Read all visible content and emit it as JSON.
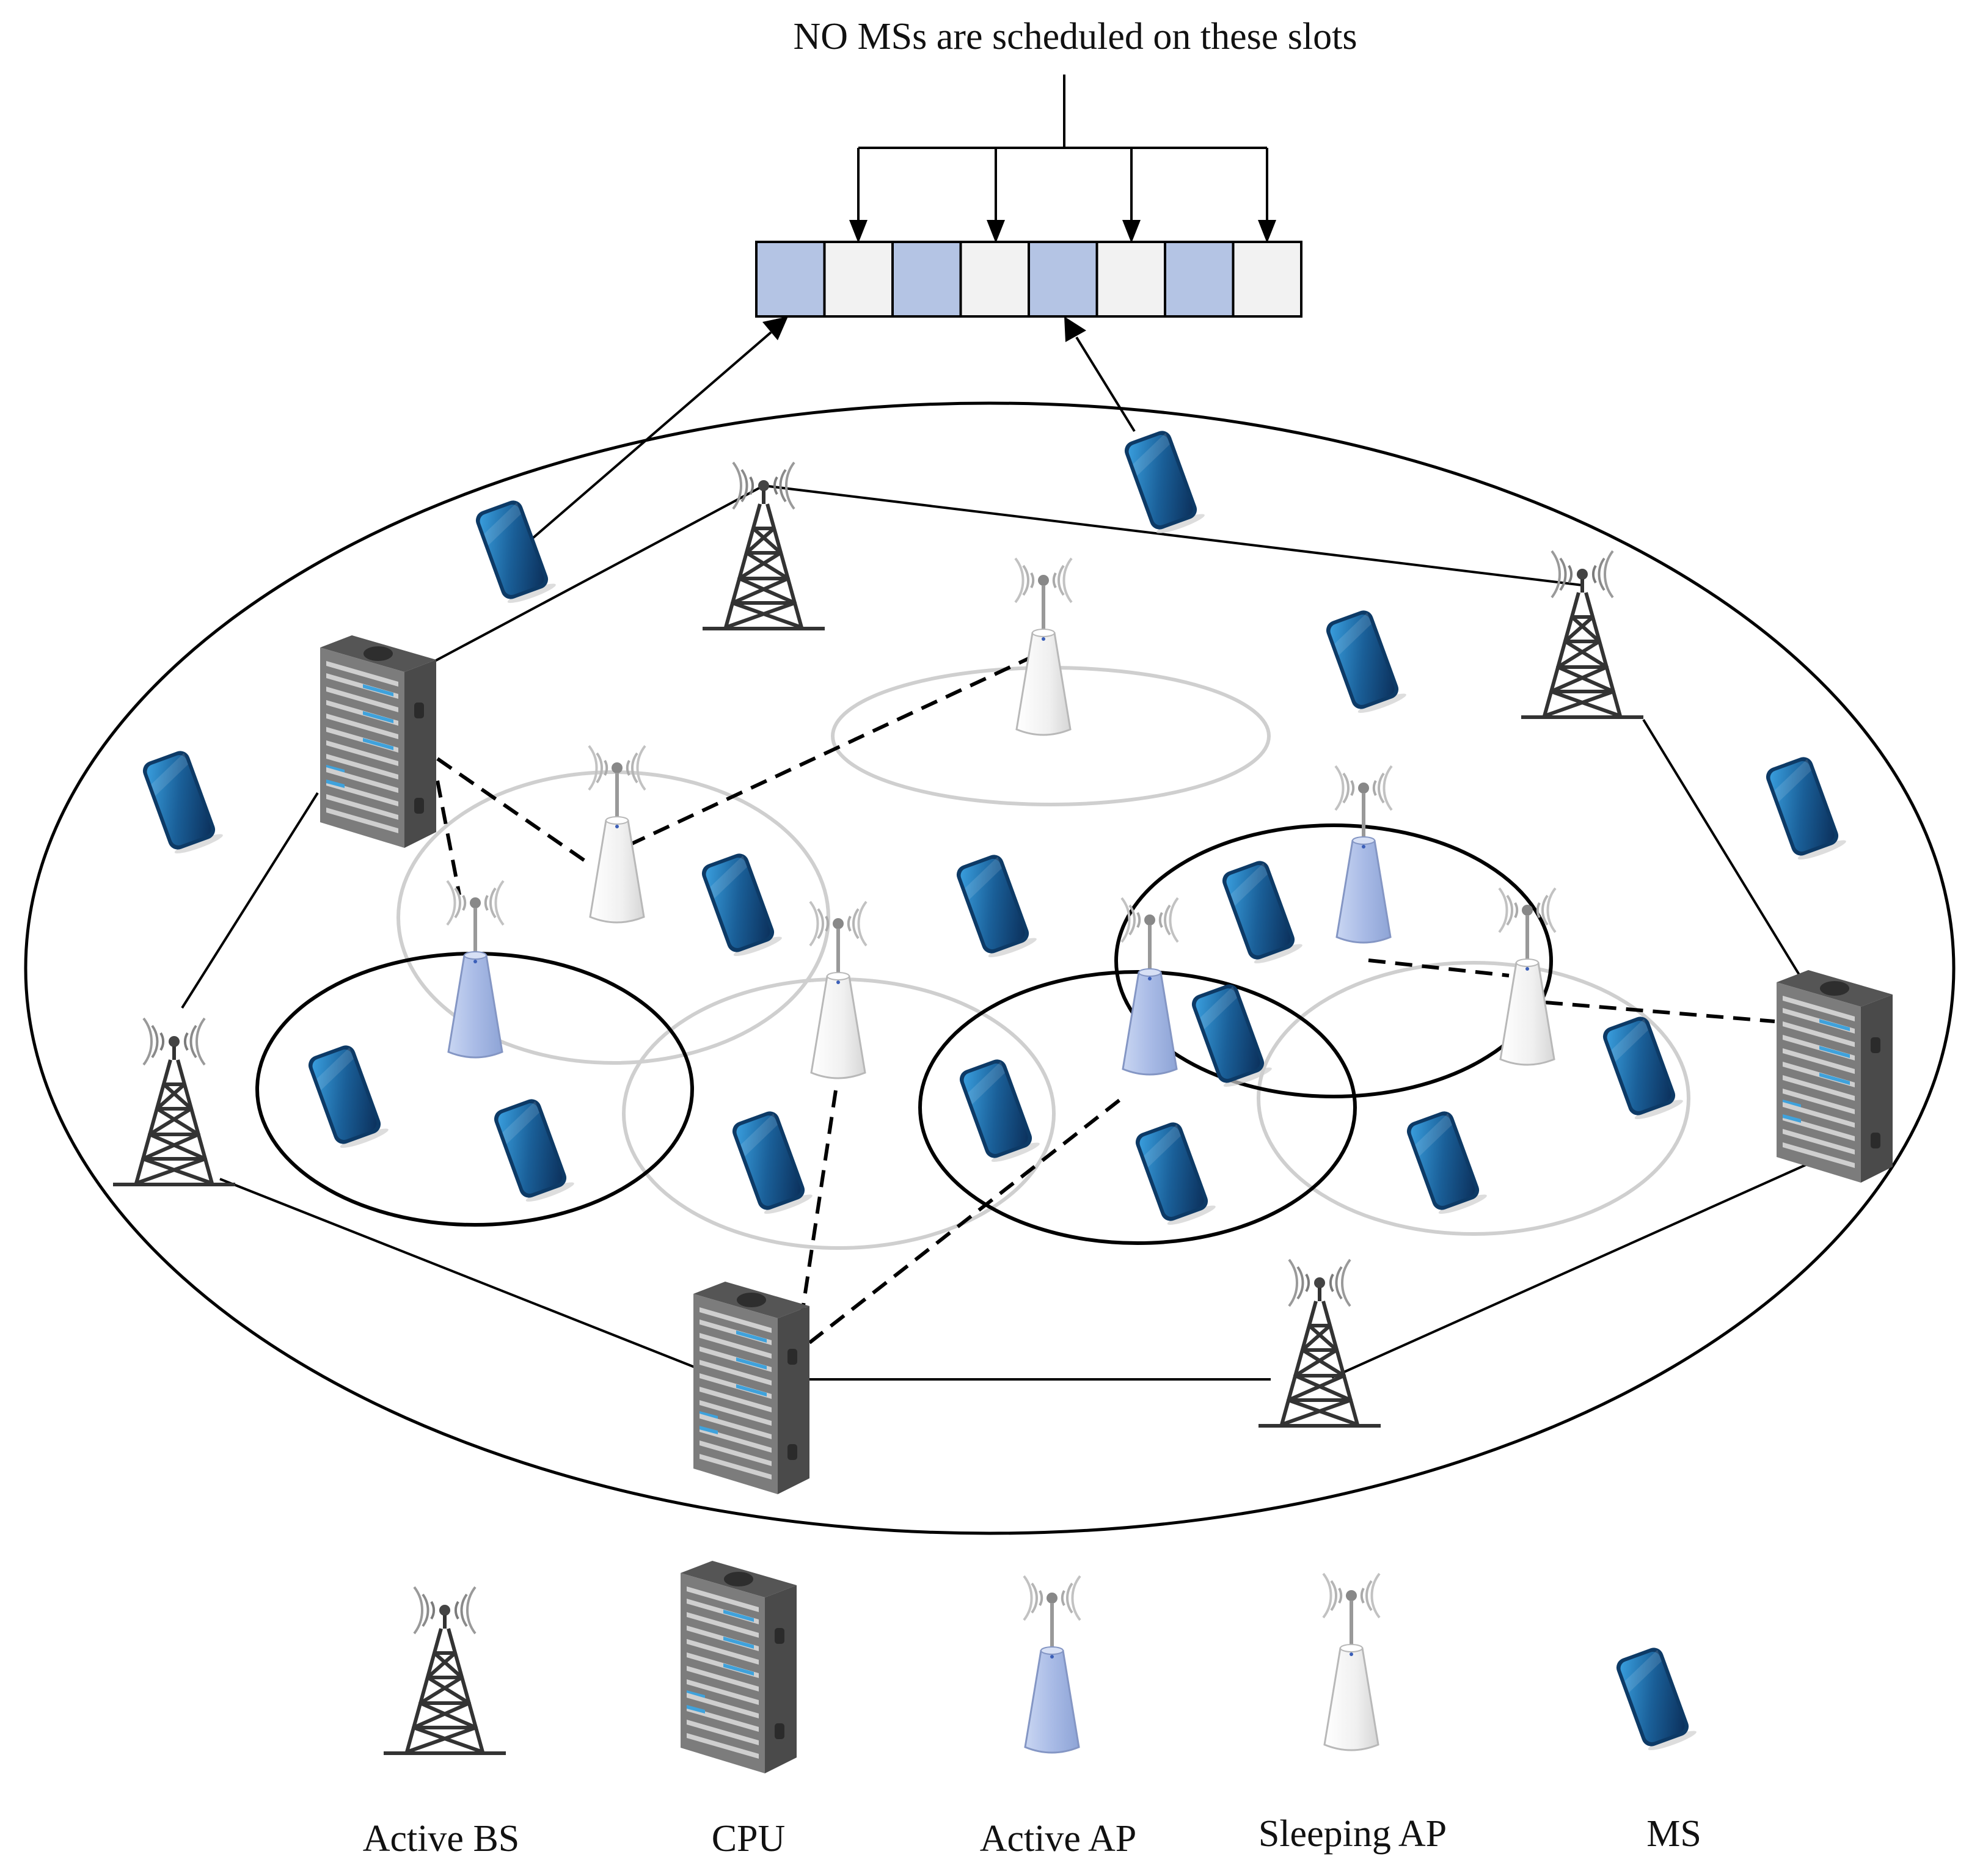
{
  "annotation": "NO MSs are scheduled on these slots",
  "slots": [
    "active",
    "idle",
    "active",
    "idle",
    "active",
    "idle",
    "active",
    "idle"
  ],
  "colors": {
    "slot_active": "#b4c4e4",
    "slot_idle": "#f2f2f2",
    "active_ap": "#aebfe8",
    "sleeping_ap": "#f6f6f6",
    "coverage_active": "#000000",
    "coverage_sleeping": "#cfcfcf",
    "phone": "#1a5f98"
  },
  "legend": [
    {
      "icon": "tower-icon",
      "label": "Active BS"
    },
    {
      "icon": "server-icon",
      "label": "CPU"
    },
    {
      "icon": "active-ap-icon",
      "label": "Active AP"
    },
    {
      "icon": "sleeping-ap-icon",
      "label": "Sleeping AP"
    },
    {
      "icon": "phone-icon",
      "label": "MS"
    }
  ]
}
